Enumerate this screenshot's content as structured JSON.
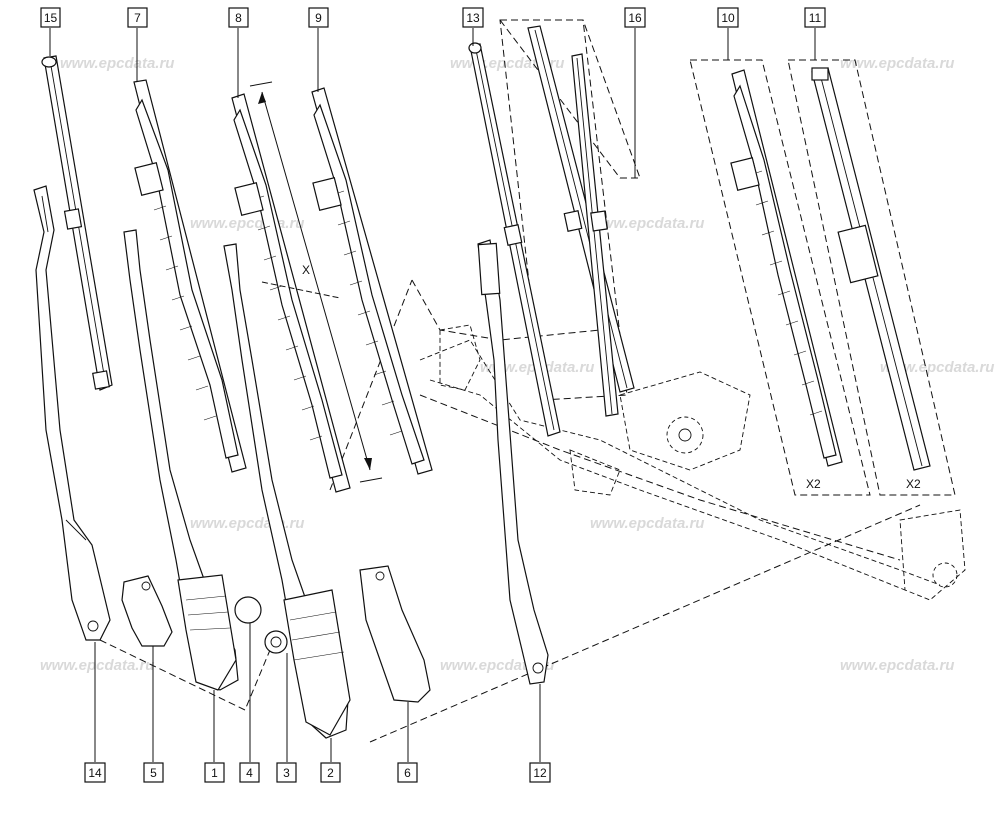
{
  "watermark": "www.epcdata.ru",
  "dimension_label": "X",
  "quantity_label": "X2",
  "callouts": {
    "c1": "1",
    "c2": "2",
    "c3": "3",
    "c4": "4",
    "c5": "5",
    "c6": "6",
    "c7": "7",
    "c8": "8",
    "c9": "9",
    "c10": "10",
    "c11": "11",
    "c12": "12",
    "c13": "13",
    "c14": "14",
    "c15": "15",
    "c16": "16"
  }
}
